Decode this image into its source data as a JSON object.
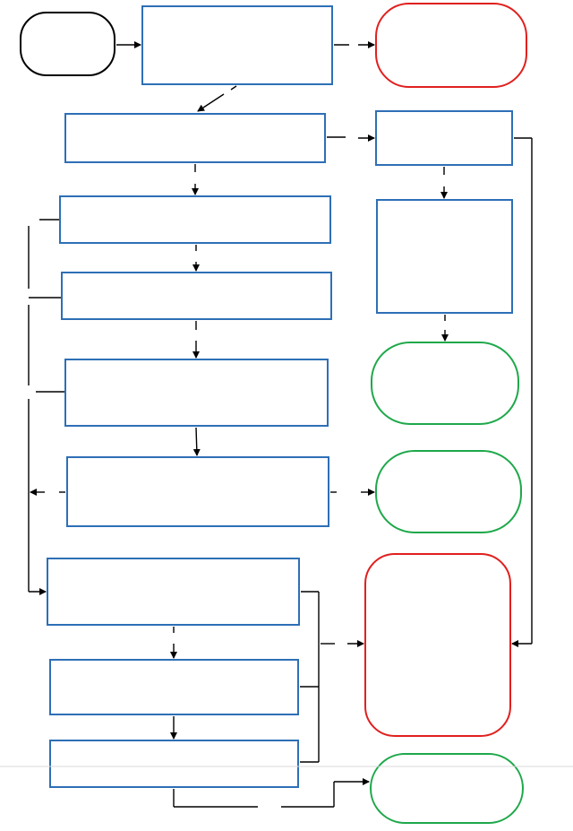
{
  "diagram": {
    "nodes": [
      {
        "id": "start",
        "shape": "terminator",
        "color": "#000000",
        "text": ""
      },
      {
        "id": "step1",
        "shape": "process",
        "color": "#2e6fb6",
        "text": ""
      },
      {
        "id": "end-red-top",
        "shape": "terminator",
        "color": "#e0201e",
        "text": ""
      },
      {
        "id": "step2",
        "shape": "process",
        "color": "#2e6fb6",
        "text": ""
      },
      {
        "id": "side-a",
        "shape": "process",
        "color": "#2e6fb6",
        "text": ""
      },
      {
        "id": "step3",
        "shape": "process",
        "color": "#2e6fb6",
        "text": ""
      },
      {
        "id": "side-b",
        "shape": "process",
        "color": "#2e6fb6",
        "text": ""
      },
      {
        "id": "step4",
        "shape": "process",
        "color": "#2e6fb6",
        "text": ""
      },
      {
        "id": "step5",
        "shape": "process",
        "color": "#2e6fb6",
        "text": ""
      },
      {
        "id": "end-green-1",
        "shape": "terminator",
        "color": "#1ea84a",
        "text": ""
      },
      {
        "id": "step6",
        "shape": "process",
        "color": "#2e6fb6",
        "text": ""
      },
      {
        "id": "end-green-2",
        "shape": "terminator",
        "color": "#1ea84a",
        "text": ""
      },
      {
        "id": "step7",
        "shape": "process",
        "color": "#2e6fb6",
        "text": ""
      },
      {
        "id": "end-red-large",
        "shape": "terminator",
        "color": "#e0201e",
        "text": ""
      },
      {
        "id": "step8",
        "shape": "process",
        "color": "#2e6fb6",
        "text": ""
      },
      {
        "id": "step9",
        "shape": "process",
        "color": "#2e6fb6",
        "text": ""
      },
      {
        "id": "end-green-3",
        "shape": "terminator",
        "color": "#1ea84a",
        "text": ""
      }
    ],
    "colors": {
      "process_border": "#2e6fb6",
      "fail": "#e0201e",
      "success": "#1ea84a",
      "connector": "#000000"
    }
  }
}
